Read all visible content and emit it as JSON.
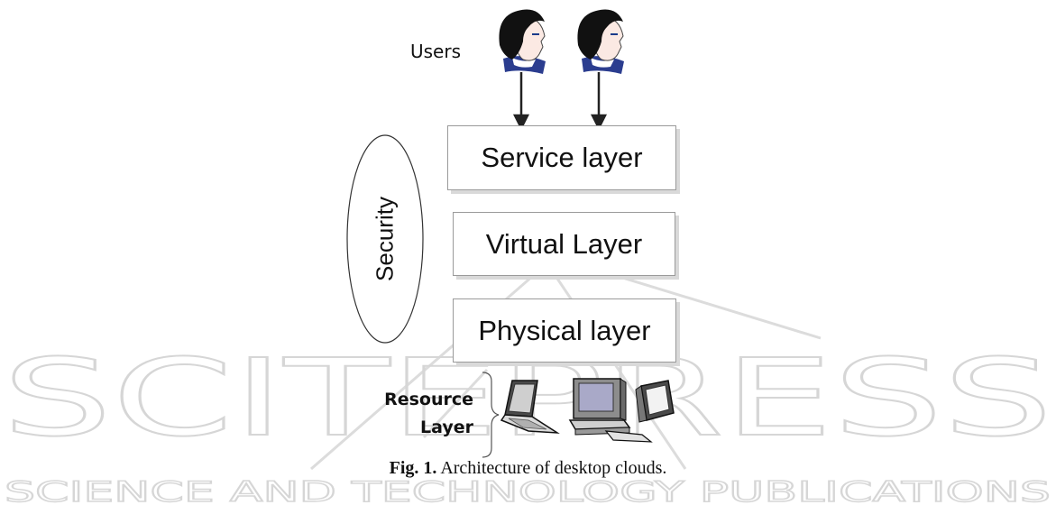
{
  "watermark": {
    "big": "SCITEPRESS",
    "small": "SCIENCE AND TECHNOLOGY PUBLICATIONS"
  },
  "users": {
    "label": "Users"
  },
  "layers": {
    "service": "Service layer",
    "virtual": "Virtual Layer",
    "physical": "Physical layer"
  },
  "security": {
    "label": "Security"
  },
  "resource": {
    "line1": "Resource",
    "line2": "Layer"
  },
  "caption": {
    "prefix": "Fig. 1.",
    "text": " Architecture of desktop clouds."
  }
}
